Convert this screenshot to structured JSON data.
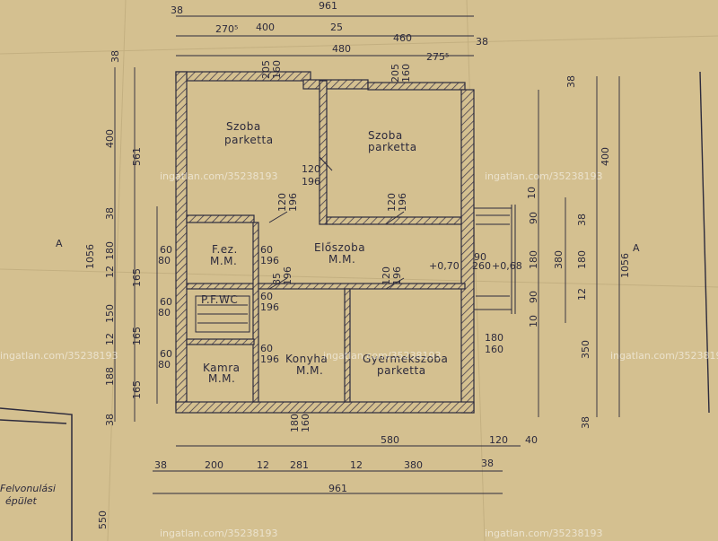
{
  "colors": {
    "paper": "#d4c090",
    "ink": "#2c2a3c",
    "watermark": "#ffffff"
  },
  "watermark": "ingatlan.com/35238193",
  "rooms": {
    "szoba1": [
      "Szoba",
      "parketta"
    ],
    "szoba2": [
      "Szoba",
      "parketta"
    ],
    "eloszoba": [
      "Előszoba",
      "M.M."
    ],
    "fsz": [
      "F.ez.",
      "M.M."
    ],
    "pfwc": "P.F.WC",
    "kamra": [
      "Kamra",
      "M.M."
    ],
    "konyha": [
      "Konyha",
      "M.M."
    ],
    "gyermek": [
      "Gyermekszoba",
      "parketta"
    ]
  },
  "top_dims": {
    "overall": "961",
    "left_wall": "38",
    "a": "400",
    "b": "25",
    "c": "460",
    "d": "38",
    "e": "270⁵",
    "f": "480",
    "g": "275⁵"
  },
  "bottom_dims": {
    "row1": [
      "580",
      "120",
      "40"
    ],
    "row2": [
      "38",
      "200",
      "12",
      "281",
      "12",
      "380",
      "38"
    ],
    "overall": "961"
  },
  "left_dims": [
    "38",
    "561",
    "400",
    "38",
    "180",
    "12",
    "165",
    "1056",
    "150",
    "12",
    "165",
    "188",
    "38",
    "165",
    "A"
  ],
  "right_dims": [
    "38",
    "400",
    "10",
    "90",
    "38",
    "380",
    "180",
    "1056",
    "180",
    "12",
    "90",
    "10",
    "350",
    "38",
    "A"
  ],
  "openings": {
    "top1": [
      "205",
      "160"
    ],
    "top2": [
      "205",
      "160"
    ],
    "door_center": [
      "120",
      "196"
    ],
    "door_eloszoba_l": [
      "120",
      "196"
    ],
    "door_eloszoba_r": [
      "120",
      "196"
    ],
    "door_fsz": [
      "60",
      "196"
    ],
    "door_kitchen": [
      "85",
      "196"
    ],
    "door_pf": [
      "60",
      "196"
    ],
    "door_left1": [
      "60",
      "80"
    ],
    "door_left2": [
      "60",
      "80"
    ],
    "door_left3": [
      "60",
      "80"
    ],
    "door_konyha": [
      "60",
      "196"
    ],
    "door_bottom": [
      "120",
      "196"
    ],
    "door_right": [
      "90",
      "260"
    ],
    "door_gy": [
      "180",
      "160"
    ],
    "win_bottom": [
      "180",
      "160"
    ],
    "elev1": "+0,70",
    "elev2": "+0,68"
  },
  "outside_label": [
    "Felvonulási",
    "épület"
  ],
  "corner_dim": "550"
}
